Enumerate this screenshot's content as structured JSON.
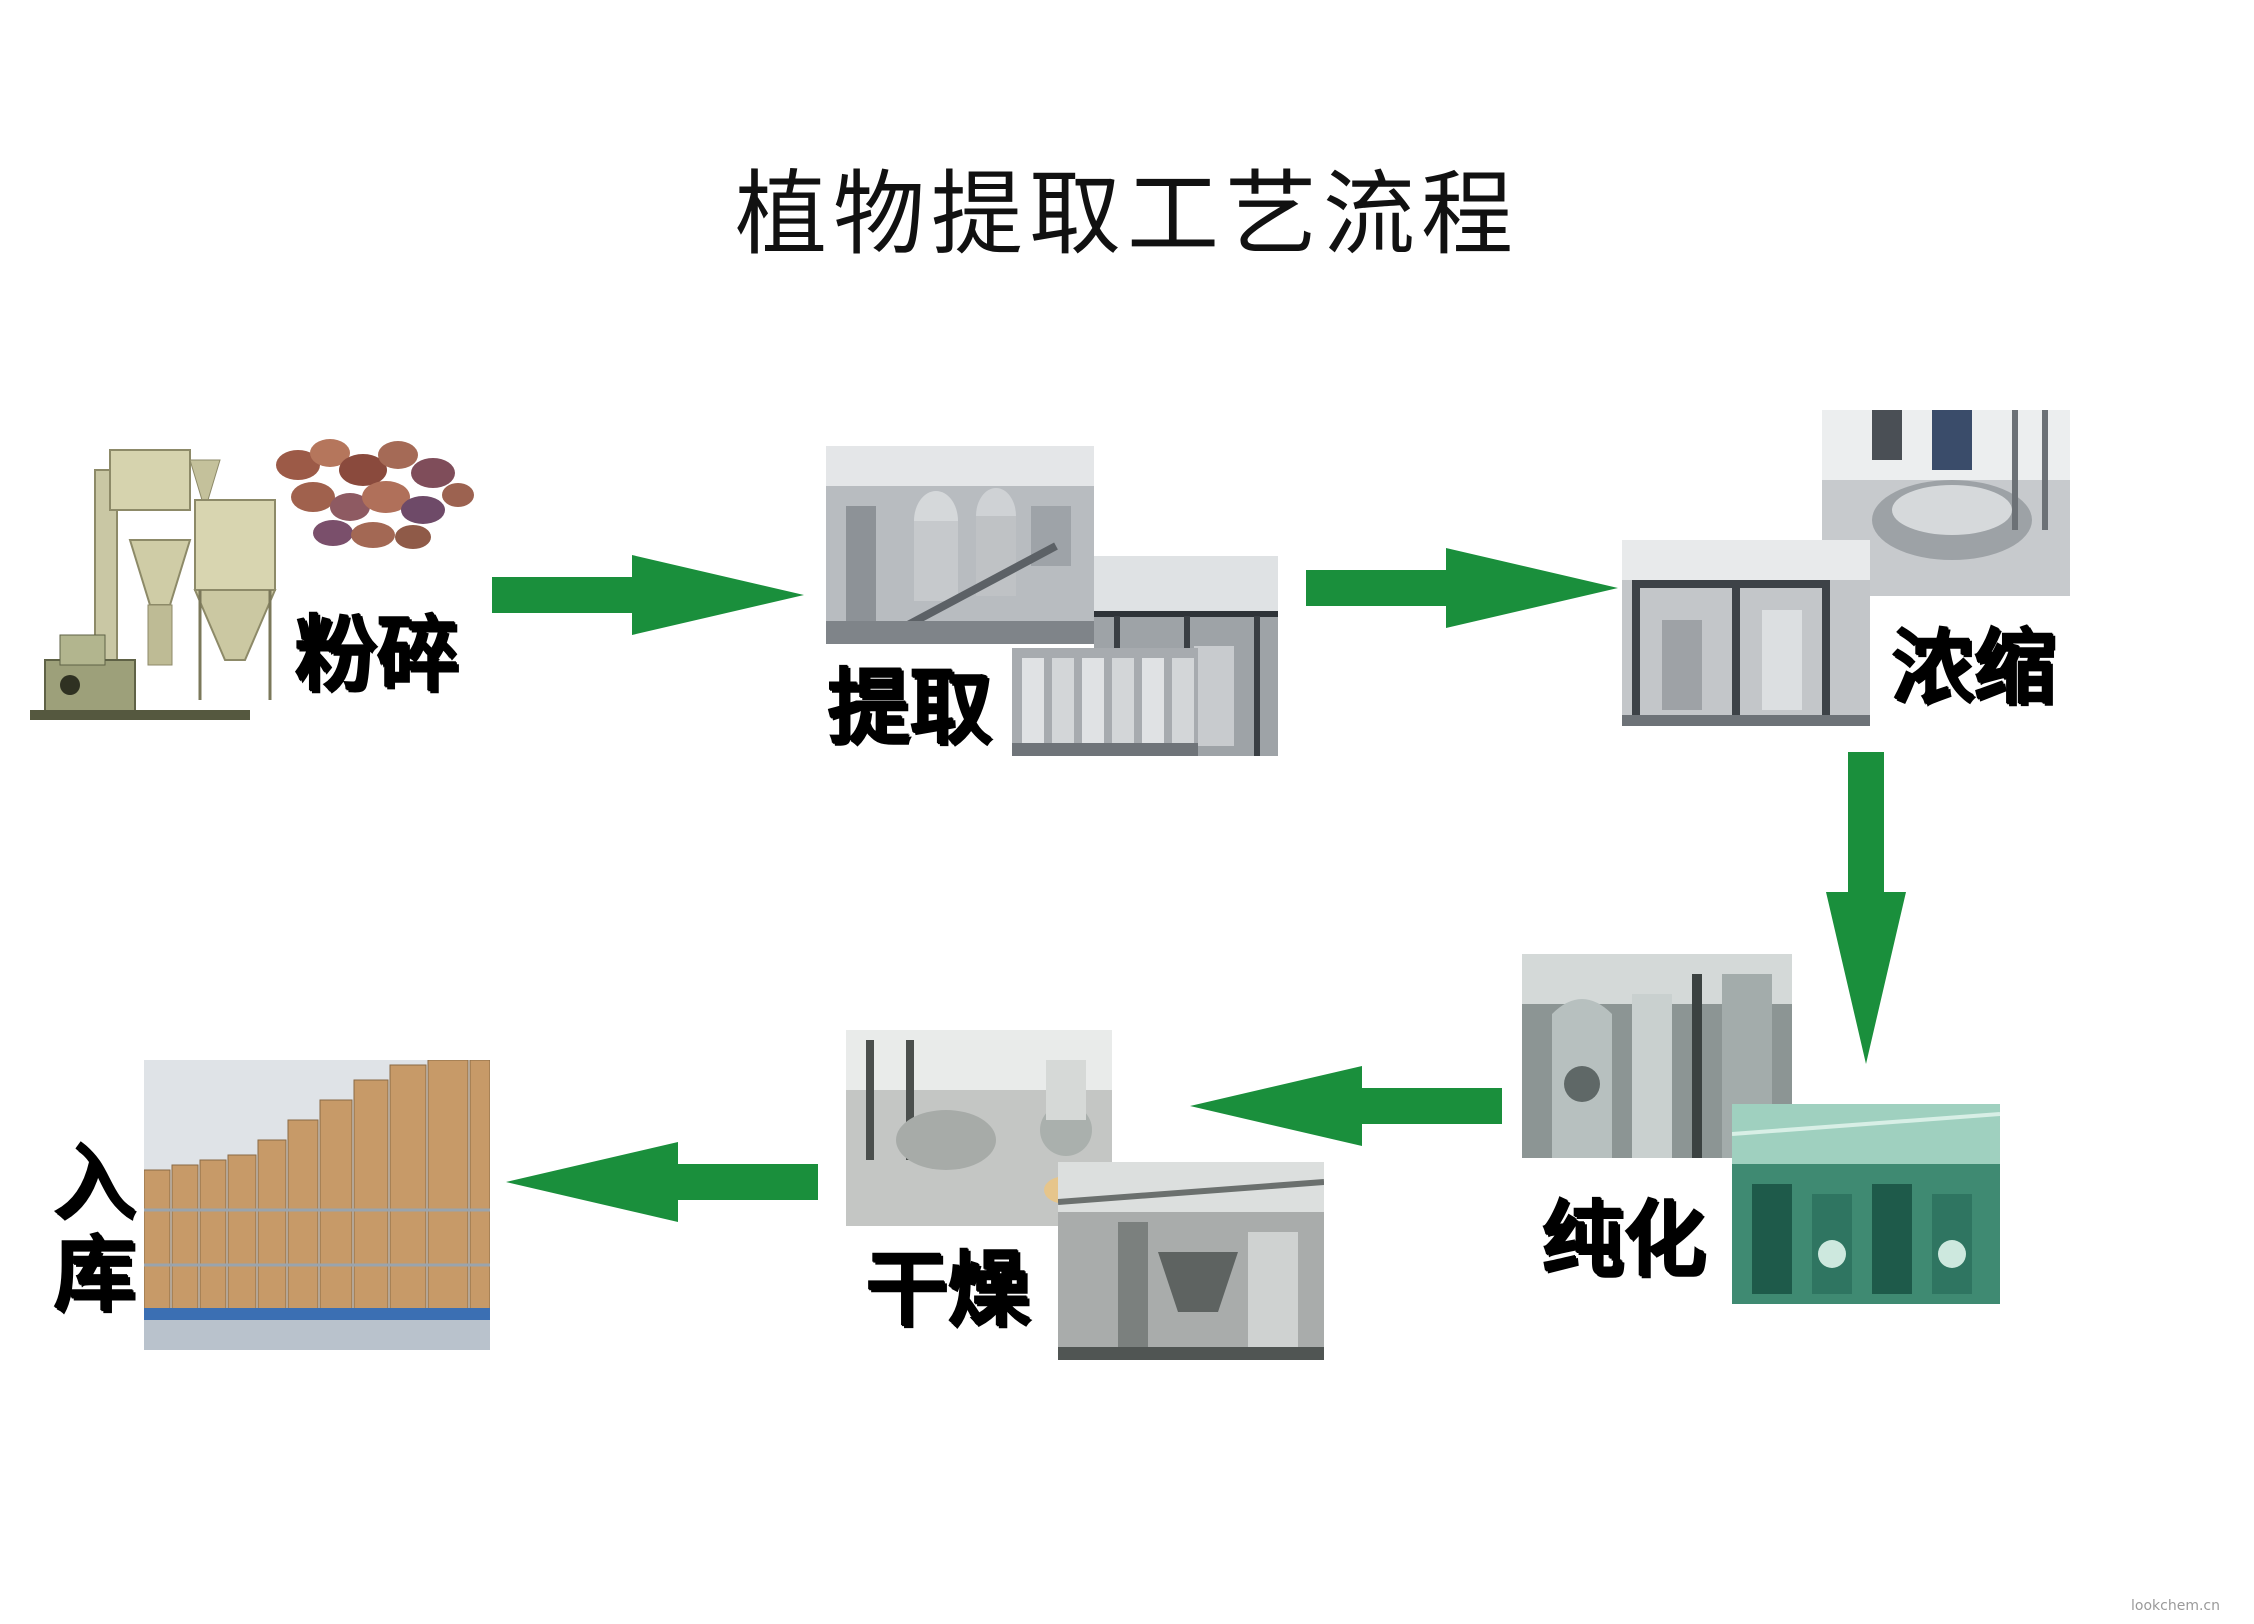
{
  "title": "植物提取工艺流程",
  "steps": [
    {
      "label": "粉碎"
    },
    {
      "label": "提取"
    },
    {
      "label": "浓缩"
    },
    {
      "label": "纯化"
    },
    {
      "label": "干燥"
    },
    {
      "label": "入库"
    }
  ],
  "watermark": "lookchem.cn",
  "colors": {
    "arrow": "#1a8f3c",
    "label": "#000000",
    "title": "#111111"
  }
}
